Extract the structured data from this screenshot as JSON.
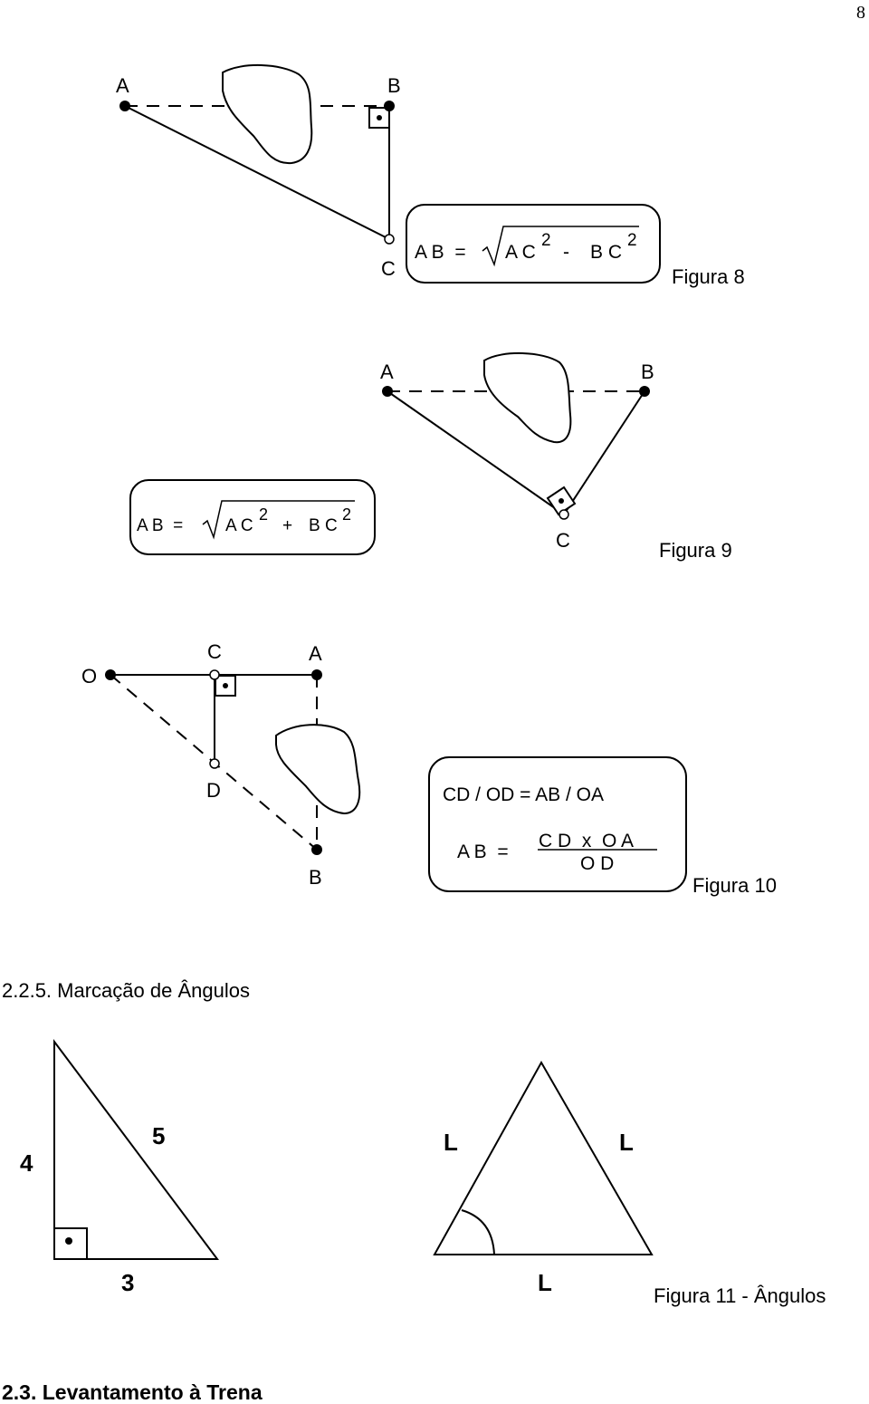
{
  "page_number": "8",
  "figure8": {
    "label_a": "A",
    "label_b": "B",
    "label_c": "C",
    "formula": {
      "lhs": "A B  =",
      "t1": "A C",
      "e1": "2",
      "op": "-",
      "t2": "B C",
      "e2": "2"
    },
    "caption": "Figura 8"
  },
  "figure9": {
    "label_a": "A",
    "label_b": "B",
    "label_c": "C",
    "formula": {
      "lhs": "A B  =",
      "t1": "A C",
      "e1": "2",
      "op": "+",
      "t2": "B C",
      "e2": "2"
    },
    "caption": "Figura 9"
  },
  "figure10": {
    "label_o": "O",
    "label_c": "C",
    "label_a": "A",
    "label_d": "D",
    "label_b": "B",
    "ratio": "CD / OD = AB / OA",
    "formula": {
      "lhs": "A B  =",
      "numerator": "C D  x  O A",
      "denominator": "O D"
    },
    "caption": "Figura 10"
  },
  "section_225": "2.2.5. Marcação de Ângulos",
  "figure11": {
    "right_triangle": {
      "side_vertical": "4",
      "side_hyp": "5",
      "side_base": "3"
    },
    "equilateral": {
      "side_left": "L",
      "side_right": "L",
      "side_base": "L"
    },
    "caption": "Figura 11 - Ângulos"
  },
  "section_23": "2.3. Levantamento à Trena"
}
